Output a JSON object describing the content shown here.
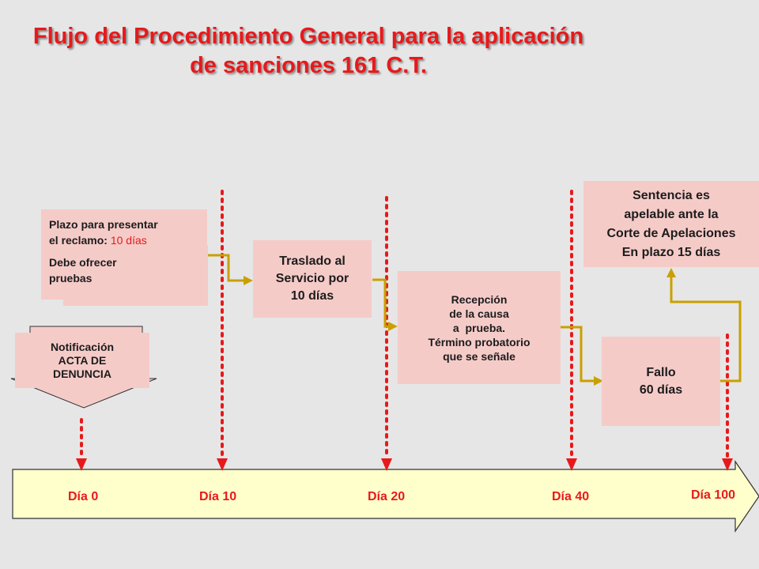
{
  "title": {
    "line1": "Flujo del Procedimiento General para la aplicación",
    "line2": "de sanciones 161 C.T."
  },
  "boxes": {
    "notificacion": [
      "Notificación",
      "ACTA DE",
      "DENUNCIA"
    ],
    "plazo": {
      "line1": "Plazo para presentar",
      "line2_prefix": "el reclamo: ",
      "line2_highlight": "10 días",
      "line3": "Debe ofrecer",
      "line4": "pruebas"
    },
    "traslado": [
      "Traslado al",
      "Servicio por",
      "10 días"
    ],
    "recepcion": [
      "Recepción",
      "de la causa",
      "a  prueba.",
      "Término probatorio",
      "que se señale"
    ],
    "fallo": [
      "Fallo",
      "60 días"
    ],
    "sentencia": [
      "Sentencia es",
      "apelable ante la",
      "Corte de Apelaciones",
      "En plazo 15 días"
    ]
  },
  "timeline": {
    "labels": [
      "Día 0",
      "Día 10",
      "Día 20",
      "Día 40",
      "Día 100"
    ]
  },
  "colors": {
    "title": "#e8191b",
    "box_fill": "#f5cbc8",
    "timeline_fill": "#ffffcc",
    "connector": "#c9a000",
    "dotted_marker": "#e8191b"
  }
}
